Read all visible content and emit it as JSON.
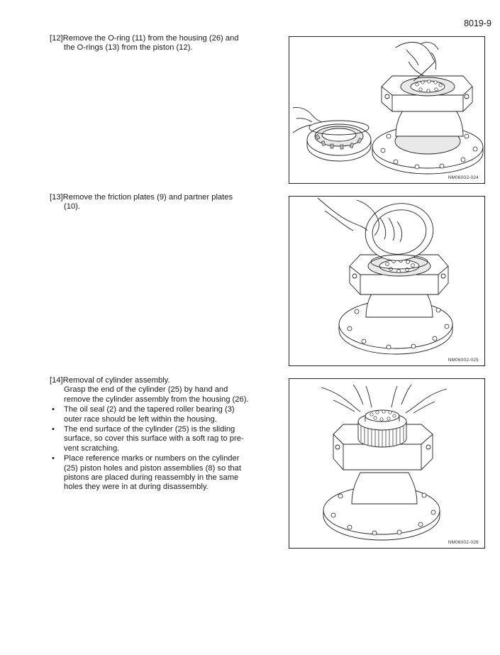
{
  "page_number": "8019-9",
  "steps": [
    {
      "head": "[12]Remove the O-ring (11) from the housing (26) and",
      "cont": [
        "the O-rings (13) from the piston (12)."
      ],
      "bullets": [],
      "figure_code": "NM06002-024",
      "figure_icon": "oring-removal-illustration"
    },
    {
      "head": "[13]Remove the friction plates (9) and partner plates",
      "cont": [
        "(10)."
      ],
      "bullets": [],
      "figure_code": "NM06002-025",
      "figure_icon": "friction-plate-removal-illustration"
    },
    {
      "head": "[14]Removal of cylinder assembly.",
      "cont": [
        "Grasp the end of the cylinder (25) by hand and",
        "remove the cylinder assembly from the housing (26)."
      ],
      "bullets": [
        [
          "The oil seal (2) and the tapered roller bearing (3)",
          "outer race should be left within the housing."
        ],
        [
          "The end surface of the cylinder (25) is the sliding",
          "surface, so cover this surface with a soft rag to pre-",
          "vent scratching."
        ],
        [
          "Place reference marks or numbers on the cylinder",
          "(25) piston holes and piston assemblies (8) so that",
          "pistons are placed during reassembly in the same",
          "holes they were in at during disassembly."
        ]
      ],
      "figure_code": "NM06002-026",
      "figure_icon": "cylinder-removal-illustration"
    }
  ]
}
